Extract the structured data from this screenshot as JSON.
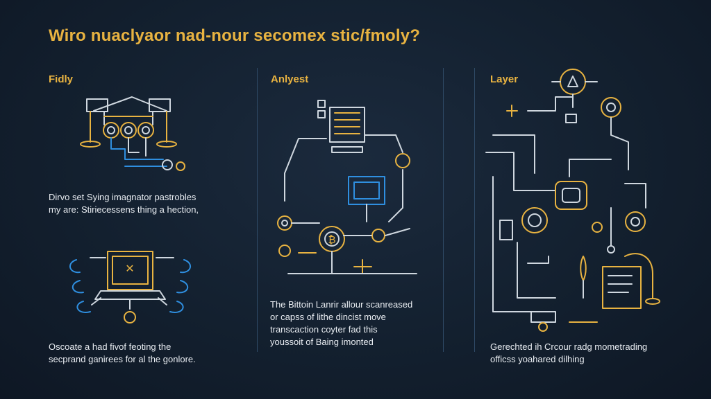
{
  "header": {
    "title": "Wiro nuaclyaor nad-nour secomex stic/fmoly?"
  },
  "columns": [
    {
      "label": "Fidly",
      "paragraphs": [
        [
          "Dirvo set Sying imagnator pastrobles",
          "my are: Stiriecessens thing a hection,"
        ],
        [
          "Oscoate a had fivof feoting the",
          "secprand ganirees for al the gonlore."
        ]
      ]
    },
    {
      "label": "Anlyest",
      "paragraphs": [
        [
          "The Bittoin Lanrir allour scanreased",
          "or capss of lithe dincist move",
          "transcaction coyter fad this",
          "youssoit of Baing imonted"
        ]
      ]
    },
    {
      "label": "Layer",
      "paragraphs": [
        [
          "Gerechted ih Crcour radg mometrading",
          "officss yoahared dilhing"
        ]
      ]
    }
  ],
  "glyphs": {
    "coin": "₿",
    "cross": "✕"
  },
  "colors": {
    "accent": "#e8b341",
    "line": "#cfd7df",
    "blue": "#2f8fe0",
    "text": "#e9edf2",
    "background": "#13202f"
  }
}
